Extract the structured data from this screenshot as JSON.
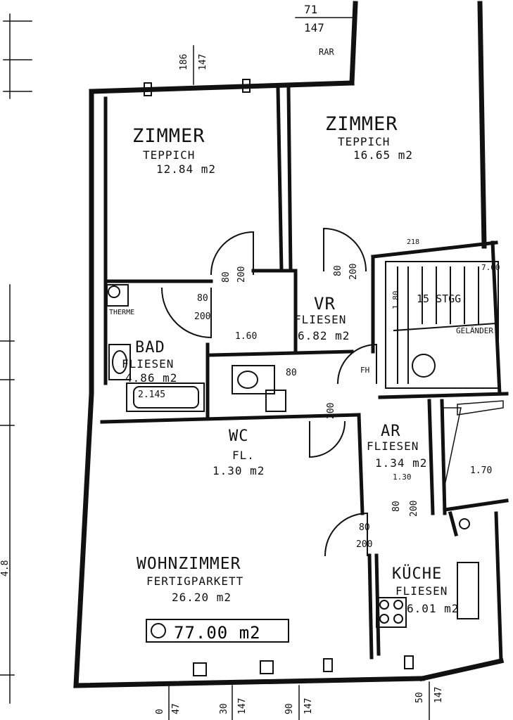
{
  "rooms": {
    "zimmer1": {
      "name": "ZIMMER",
      "floor": "TEPPICH",
      "area": "12.84 m2"
    },
    "zimmer2": {
      "name": "ZIMMER",
      "floor": "TEPPICH",
      "area": "16.65 m2"
    },
    "vr": {
      "name": "VR",
      "floor": "FLIESEN",
      "area": "6.82 m2"
    },
    "bad": {
      "name": "BAD",
      "floor": "FLIESEN",
      "area": "4.86 m2"
    },
    "wc": {
      "name": "WC",
      "floor": "FL.",
      "area": "1.30 m2"
    },
    "ar": {
      "name": "AR",
      "floor": "FLIESEN",
      "area": "1.34 m2"
    },
    "wohnzimmer": {
      "name": "WOHNZIMMER",
      "floor": "FERTIGPARKETT",
      "area": "26.20 m2"
    },
    "kueche": {
      "name": "KÜCHE",
      "floor": "FLIESEN",
      "area": "6.01 m2"
    }
  },
  "total": {
    "area": "77.00 m2"
  },
  "stairs": {
    "label": "15 STGG.",
    "railing": "GELÄNDER"
  },
  "dimensions": {
    "top_71": "71",
    "top_147": "147",
    "rar": "RAR",
    "d186": "186",
    "d147a": "147",
    "door_80": "80",
    "door_200": "200",
    "vr_width": "1.60",
    "bad_tub": "2.145",
    "ar_width": "1.70",
    "ar_top": "1.30",
    "dim_218": "218",
    "dim_700": "7.00",
    "dim_180": "1.80",
    "fh": "FH",
    "therme": "THERME",
    "bottom_0": "0",
    "bottom_47": "47",
    "bottom_30": "30",
    "bottom_90": "90",
    "bottom_50": "50",
    "left_48": "4.8"
  }
}
